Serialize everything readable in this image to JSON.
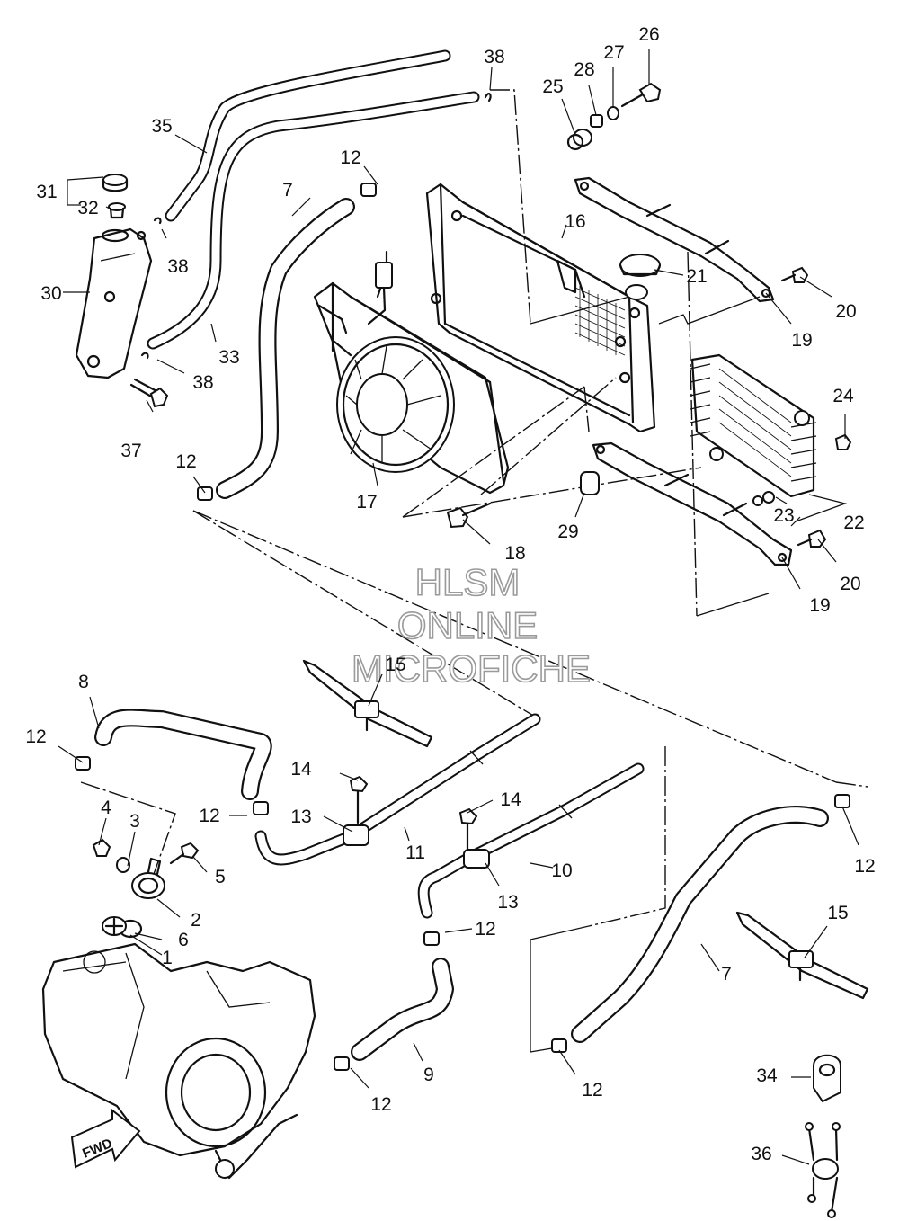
{
  "watermark": {
    "line1": "HLSM",
    "line2": "ONLINE",
    "line3": "MICROFICHE"
  },
  "direction_label": "FWD",
  "callouts": {
    "c1": "1",
    "c2": "2",
    "c3": "3",
    "c4": "4",
    "c5": "5",
    "c6": "6",
    "c7a": "7",
    "c7b": "7",
    "c8": "8",
    "c9": "9",
    "c10": "10",
    "c11": "11",
    "c12a": "12",
    "c12b": "12",
    "c12c": "12",
    "c12d": "12",
    "c12e": "12",
    "c12f": "12",
    "c12g": "12",
    "c12h": "12",
    "c13a": "13",
    "c13b": "13",
    "c14a": "14",
    "c14b": "14",
    "c15a": "15",
    "c15b": "15",
    "c16": "16",
    "c17": "17",
    "c18": "18",
    "c19a": "19",
    "c19b": "19",
    "c20a": "20",
    "c20b": "20",
    "c21": "21",
    "c22": "22",
    "c23": "23",
    "c24": "24",
    "c25": "25",
    "c26": "26",
    "c27": "27",
    "c28": "28",
    "c29": "29",
    "c30": "30",
    "c31": "31",
    "c32": "32",
    "c33": "33",
    "c34": "34",
    "c35": "35",
    "c36": "36",
    "c37": "37",
    "c38a": "38",
    "c38b": "38",
    "c38c": "38"
  }
}
